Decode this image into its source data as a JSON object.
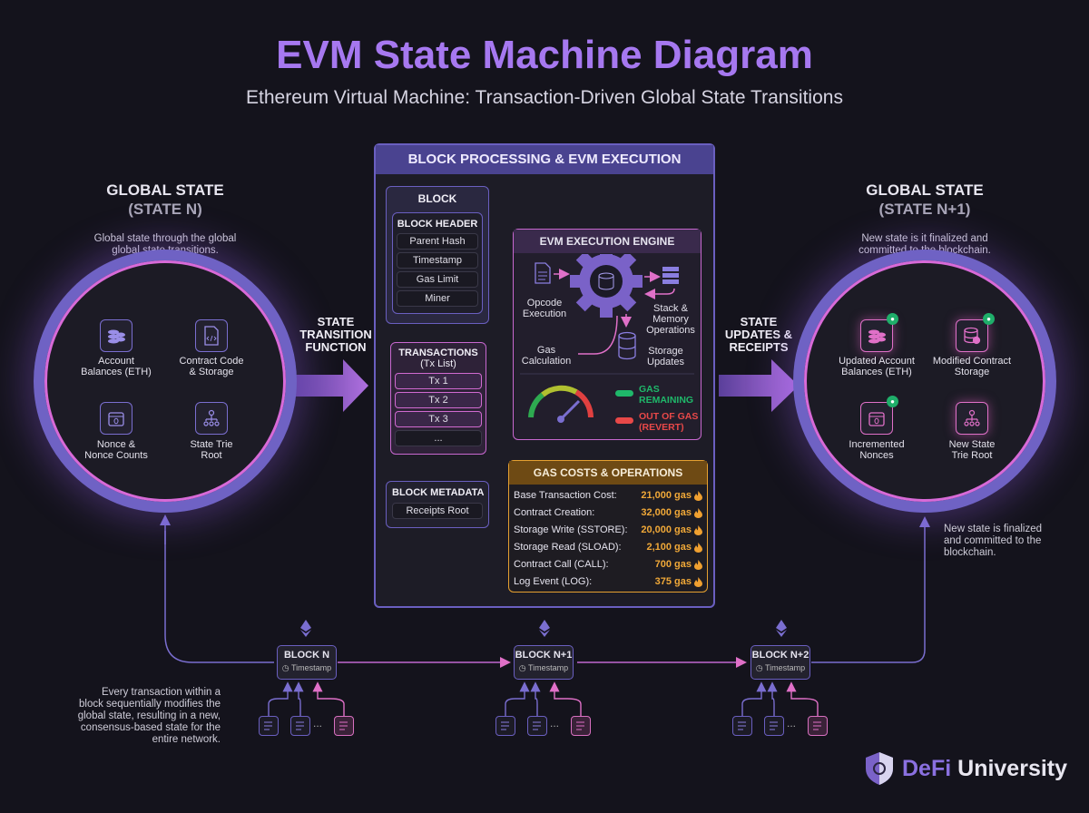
{
  "title": "EVM State Machine Diagram",
  "subtitle": "Ethereum Virtual Machine: Transaction-Driven Global State Transitions",
  "left_state": {
    "heading": "GLOBAL STATE",
    "sub": "(STATE N)",
    "desc1": "Global state through the global",
    "desc2": "global state transitions.",
    "nodes": [
      {
        "l1": "Account",
        "l2": "Balances (ETH)",
        "icon": "coins-icon"
      },
      {
        "l1": "Contract Code",
        "l2": "& Storage",
        "icon": "code-file-icon"
      },
      {
        "l1": "Nonce &",
        "l2": "Nonce Counts",
        "icon": "calendar-icon"
      },
      {
        "l1": "State Trie",
        "l2": "Root",
        "icon": "tree-icon"
      }
    ]
  },
  "left_arrow": {
    "l1": "STATE",
    "l2": "TRANSITION",
    "l3": "FUNCTION"
  },
  "right_arrow": {
    "l1": "STATE",
    "l2": "UPDATES &",
    "l3": "RECEIPTS"
  },
  "right_state": {
    "heading": "GLOBAL STATE",
    "sub": "(STATE N+1)",
    "desc1": "New state is it finalized and",
    "desc2": "committed to the blockchain.",
    "nodes": [
      {
        "l1": "Updated Account",
        "l2": "Balances (ETH)",
        "icon": "coins-icon"
      },
      {
        "l1": "Modified Contract",
        "l2": "Storage",
        "icon": "database-icon"
      },
      {
        "l1": "Incremented",
        "l2": "Nonces",
        "icon": "calendar-icon"
      },
      {
        "l1": "New State",
        "l2": "Trie Root",
        "icon": "tree-icon"
      }
    ],
    "note1": "New state is finalized",
    "note2": "and committed to the",
    "note3": "blockchain."
  },
  "panel": {
    "title": "BLOCK PROCESSING & EVM EXECUTION",
    "block": "BLOCK",
    "block_header": "BLOCK HEADER",
    "header_items": [
      "Parent Hash",
      "Timestamp",
      "Gas Limit",
      "Miner"
    ],
    "transactions": "TRANSACTIONS",
    "tx_list": "(Tx List)",
    "txs": [
      "Tx 1",
      "Tx 2",
      "Tx 3",
      "..."
    ],
    "metadata": "BLOCK METADATA",
    "receipts_root": "Receipts Root",
    "engine": {
      "title": "EVM EXECUTION ENGINE",
      "opcode1": "Opcode",
      "opcode2": "Execution",
      "stack1": "Stack &",
      "stack2": "Memory",
      "stack3": "Operations",
      "gas1": "Gas",
      "gas2": "Calculation",
      "storage1": "Storage",
      "storage2": "Updates",
      "legend_green1": "GAS",
      "legend_green2": "REMAINING",
      "legend_red1": "OUT OF GAS",
      "legend_red2": "(REVERT)",
      "green": "#1fb86a",
      "red": "#e84848"
    },
    "gas_costs": {
      "title": "GAS COSTS & OPERATIONS",
      "rows": [
        {
          "op": "Base Transaction Cost:",
          "cost": "21,000 gas"
        },
        {
          "op": "Contract Creation:",
          "cost": "32,000 gas"
        },
        {
          "op": "Storage Write (SSTORE):",
          "cost": "20,000 gas"
        },
        {
          "op": "Storage Read (SLOAD):",
          "cost": "2,100 gas"
        },
        {
          "op": "Contract Call (CALL):",
          "cost": "700 gas"
        },
        {
          "op": "Log Event (LOG):",
          "cost": "375 gas"
        }
      ]
    }
  },
  "timeline": {
    "blocks": [
      {
        "name": "BLOCK N",
        "ts": "Timestamp"
      },
      {
        "name": "BLOCK N+1",
        "ts": "Timestamp"
      },
      {
        "name": "BLOCK N+2",
        "ts": "Timestamp"
      }
    ],
    "ellipsis": "...",
    "note": [
      "Every transaction within a",
      "block sequentially modifies the",
      "global state, resulting in a new,",
      "consensus-based state for the",
      "entire network."
    ]
  },
  "brand": {
    "part1": "DeFi",
    "part2": " University"
  },
  "colors": {
    "accent": "#a678f0",
    "pink": "#d86ad8",
    "gold": "#e6a030"
  }
}
